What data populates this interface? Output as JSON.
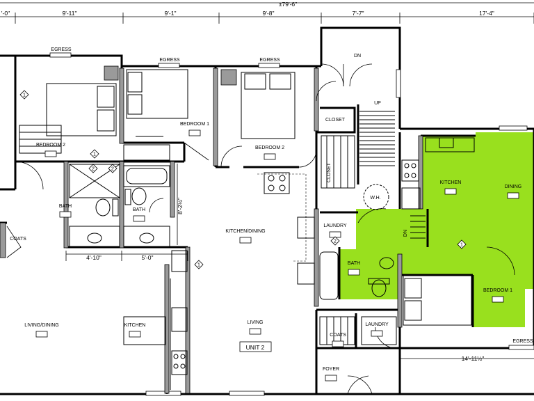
{
  "dimensions": {
    "overall": "±79'-6\"",
    "top": [
      "'-0\"",
      "9'-11\"",
      "9'-1\"",
      "9'-8\"",
      "7'-7\"",
      "17'-4\""
    ],
    "bath_width_1": "4'-10\"",
    "bath_width_2": "5'-0\"",
    "vertical": "8'-2½\"",
    "bottom_right": "14'-11½\""
  },
  "labels": {
    "egress": "EGRESS",
    "bedroom_2": "BEDROOM 2",
    "bedroom_1": "BEDROOM 1",
    "bath": "BATH",
    "coats": "COATS",
    "closet": "CLOSET",
    "laundry": "LAUNDRY",
    "kitchen": "KITCHEN",
    "kitchen_dining": "KITCHEN/DINING",
    "living_dining": "LIVING/DINING",
    "living": "LIVING",
    "dining": "DINING",
    "foyer": "FOYER",
    "wh": "W.H.",
    "up": "UP",
    "dn": "DN",
    "unit": "UNIT 2"
  },
  "markers": {
    "one": "1",
    "two": "2"
  },
  "colors": {
    "highlight": "#99e01e",
    "wall": "#000000",
    "fixture": "#9a9a9a"
  }
}
